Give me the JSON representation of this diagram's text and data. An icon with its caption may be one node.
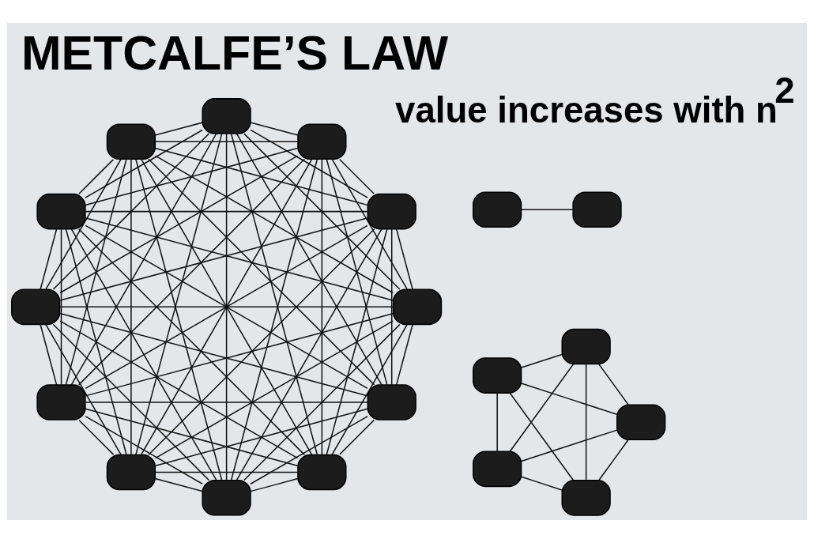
{
  "diagram": {
    "title": "METCALFE’S LAW",
    "nodes": [
      {
        "text": [],
        "shape": "box"
      },
      {
        "text": [],
        "shape": "box"
      },
      {
        "text": [],
        "shape": "box"
      },
      {
        "text": [],
        "shape": "box"
      },
      {
        "text": [],
        "shape": "box"
      },
      {
        "text": [],
        "shape": "box"
      },
      {
        "text": [],
        "shape": "box"
      },
      {
        "text": [],
        "shape": "box"
      },
      {
        "text": [],
        "shape": "box"
      },
      {
        "text": [],
        "shape": "box"
      },
      {
        "text": [],
        "shape": "box"
      },
      {
        "text": [],
        "shape": "box"
      },
      {
        "text": [],
        "shape": "box"
      },
      {
        "text": [],
        "shape": "box"
      },
      {
        "text": [],
        "shape": "box"
      },
      {
        "text": [],
        "shape": "box"
      },
      {
        "text": [],
        "shape": "box"
      },
      {
        "text": [],
        "shape": "box"
      },
      {
        "text": [],
        "shape": "box"
      }
    ],
    "edges": [
      {
        "from": 0,
        "to": 1,
        "arrow": "none"
      },
      {
        "from": 2,
        "to": 3,
        "arrow": "none"
      },
      {
        "from": 2,
        "to": 4,
        "arrow": "none"
      },
      {
        "from": 2,
        "to": 5,
        "arrow": "none"
      },
      {
        "from": 2,
        "to": 6,
        "arrow": "none"
      },
      {
        "from": 3,
        "to": 4,
        "arrow": "none"
      },
      {
        "from": 3,
        "to": 5,
        "arrow": "none"
      },
      {
        "from": 3,
        "to": 6,
        "arrow": "none"
      },
      {
        "from": 4,
        "to": 5,
        "arrow": "none"
      },
      {
        "from": 4,
        "to": 6,
        "arrow": "none"
      },
      {
        "from": 5,
        "to": 6,
        "arrow": "none"
      },
      {
        "from": 7,
        "to": 8,
        "arrow": "none"
      },
      {
        "from": 7,
        "to": 9,
        "arrow": "none"
      },
      {
        "from": 7,
        "to": 10,
        "arrow": "none"
      },
      {
        "from": 7,
        "to": 11,
        "arrow": "none"
      },
      {
        "from": 7,
        "to": 12,
        "arrow": "none"
      },
      {
        "from": 7,
        "to": 13,
        "arrow": "none"
      },
      {
        "from": 7,
        "to": 14,
        "arrow": "none"
      },
      {
        "from": 7,
        "to": 15,
        "arrow": "none"
      },
      {
        "from": 7,
        "to": 16,
        "arrow": "none"
      },
      {
        "from": 7,
        "to": 17,
        "arrow": "none"
      },
      {
        "from": 7,
        "to": 18,
        "arrow": "none"
      },
      {
        "from": 8,
        "to": 9,
        "arrow": "none"
      },
      {
        "from": 8,
        "to": 10,
        "arrow": "none"
      },
      {
        "from": 8,
        "to": 11,
        "arrow": "none"
      },
      {
        "from": 8,
        "to": 12,
        "arrow": "none"
      },
      {
        "from": 8,
        "to": 13,
        "arrow": "none"
      },
      {
        "from": 8,
        "to": 14,
        "arrow": "none"
      },
      {
        "from": 8,
        "to": 15,
        "arrow": "none"
      },
      {
        "from": 8,
        "to": 16,
        "arrow": "none"
      },
      {
        "from": 8,
        "to": 17,
        "arrow": "none"
      },
      {
        "from": 8,
        "to": 18,
        "arrow": "none"
      },
      {
        "from": 9,
        "to": 10,
        "arrow": "none"
      },
      {
        "from": 9,
        "to": 11,
        "arrow": "none"
      },
      {
        "from": 9,
        "to": 12,
        "arrow": "none"
      },
      {
        "from": 9,
        "to": 13,
        "arrow": "none"
      },
      {
        "from": 9,
        "to": 14,
        "arrow": "none"
      },
      {
        "from": 9,
        "to": 15,
        "arrow": "none"
      },
      {
        "from": 9,
        "to": 16,
        "arrow": "none"
      },
      {
        "from": 9,
        "to": 17,
        "arrow": "none"
      },
      {
        "from": 9,
        "to": 18,
        "arrow": "none"
      },
      {
        "from": 10,
        "to": 11,
        "arrow": "none"
      },
      {
        "from": 10,
        "to": 12,
        "arrow": "none"
      },
      {
        "from": 10,
        "to": 13,
        "arrow": "none"
      },
      {
        "from": 10,
        "to": 14,
        "arrow": "none"
      },
      {
        "from": 10,
        "to": 15,
        "arrow": "none"
      },
      {
        "from": 10,
        "to": 16,
        "arrow": "none"
      },
      {
        "from": 10,
        "to": 17,
        "arrow": "none"
      },
      {
        "from": 10,
        "to": 18,
        "arrow": "none"
      },
      {
        "from": 11,
        "to": 12,
        "arrow": "none"
      },
      {
        "from": 11,
        "to": 13,
        "arrow": "none"
      },
      {
        "from": 11,
        "to": 14,
        "arrow": "none"
      },
      {
        "from": 11,
        "to": 15,
        "arrow": "none"
      },
      {
        "from": 11,
        "to": 16,
        "arrow": "none"
      },
      {
        "from": 11,
        "to": 17,
        "arrow": "none"
      },
      {
        "from": 11,
        "to": 18,
        "arrow": "none"
      },
      {
        "from": 12,
        "to": 13,
        "arrow": "none"
      },
      {
        "from": 12,
        "to": 14,
        "arrow": "none"
      },
      {
        "from": 12,
        "to": 15,
        "arrow": "none"
      },
      {
        "from": 12,
        "to": 16,
        "arrow": "none"
      },
      {
        "from": 12,
        "to": 17,
        "arrow": "none"
      },
      {
        "from": 12,
        "to": 18,
        "arrow": "none"
      },
      {
        "from": 13,
        "to": 14,
        "arrow": "none"
      },
      {
        "from": 13,
        "to": 15,
        "arrow": "none"
      },
      {
        "from": 13,
        "to": 16,
        "arrow": "none"
      },
      {
        "from": 13,
        "to": 17,
        "arrow": "none"
      },
      {
        "from": 13,
        "to": 18,
        "arrow": "none"
      },
      {
        "from": 14,
        "to": 15,
        "arrow": "none"
      },
      {
        "from": 14,
        "to": 16,
        "arrow": "none"
      },
      {
        "from": 14,
        "to": 17,
        "arrow": "none"
      },
      {
        "from": 14,
        "to": 18,
        "arrow": "none"
      },
      {
        "from": 15,
        "to": 16,
        "arrow": "none"
      },
      {
        "from": 15,
        "to": 17,
        "arrow": "none"
      },
      {
        "from": 15,
        "to": 18,
        "arrow": "none"
      },
      {
        "from": 16,
        "to": 17,
        "arrow": "none"
      },
      {
        "from": 16,
        "to": 18,
        "arrow": "none"
      },
      {
        "from": 17,
        "to": 18,
        "arrow": "none"
      }
    ],
    "labels": [
      "value increases with n$^{2}$"
    ]
  }
}
